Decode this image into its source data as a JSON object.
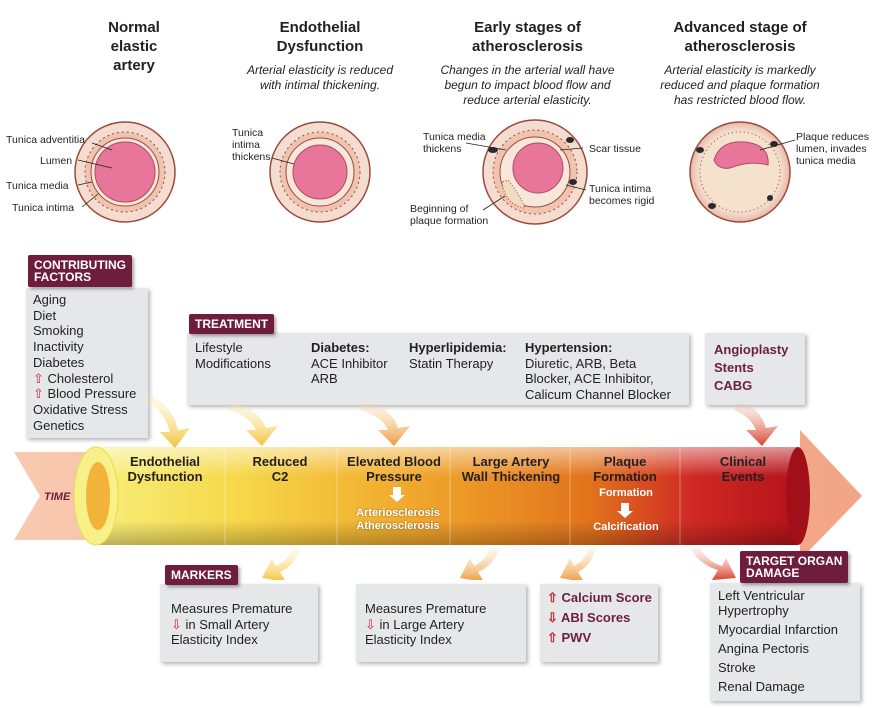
{
  "stages": [
    {
      "title": "Normal\nelastic\nartery",
      "desc": ""
    },
    {
      "title": "Endothelial\nDysfunction",
      "desc": "Arterial elasticity is reduced\nwith intimal thickening."
    },
    {
      "title": "Early stages of\natherosclerosis",
      "desc": "Changes in the arterial wall have\nbegun to impact blood flow and\nreduce arterial elasticity."
    },
    {
      "title": "Advanced stage of\natherosclerosis",
      "desc": "Arterial elasticity is markedly\nreduced and plaque formation\nhas restricted blood flow."
    }
  ],
  "artery_labels": {
    "normal": [
      "Tunica adventitia",
      "Lumen",
      "Tunica media",
      "Tunica intima"
    ],
    "dysfunction": "Tunica\nintima\nthickens",
    "early": {
      "media": "Tunica media\nthickens",
      "scar": "Scar tissue",
      "intima": "Tunica intima\nbecomes rigid",
      "plaque": "Beginning of\nplaque formation"
    },
    "advanced": "Plaque reduces\nlumen, invades\ntunica media"
  },
  "contributing": {
    "header": "CONTRIBUTING\nFACTORS",
    "items": [
      {
        "arrow": "",
        "text": "Aging"
      },
      {
        "arrow": "",
        "text": "Diet"
      },
      {
        "arrow": "",
        "text": "Smoking"
      },
      {
        "arrow": "",
        "text": "Inactivity"
      },
      {
        "arrow": "",
        "text": "Diabetes"
      },
      {
        "arrow": "⇧",
        "text": "Cholesterol"
      },
      {
        "arrow": "⇧",
        "text": "Blood Pressure"
      },
      {
        "arrow": "",
        "text": "Oxidative Stress"
      },
      {
        "arrow": "",
        "text": "Genetics"
      }
    ]
  },
  "treatment": {
    "header": "TREATMENT",
    "lifestyle": "Lifestyle\nModifications",
    "diabetes_title": "Diabetes:",
    "diabetes_text": "ACE Inhibitor\nARB",
    "hyperlipidemia_title": "Hyperlipidemia:",
    "hyperlipidemia_text": "Statin Therapy",
    "hypertension_title": "Hypertension:",
    "hypertension_text": "Diuretic, ARB, Beta\nBlocker, ACE Inhibitor,\nCalicum Channel Blocker",
    "procedures": "Angioplasty\nStents\nCABG"
  },
  "pipeline": {
    "time": "TIME",
    "stages": [
      "Endothelial\nDysfunction",
      "Reduced\nC2",
      "Elevated Blood\nPressure",
      "Large Artery\nWall Thickening",
      "Plaque\nFormation",
      "Clinical\nEvents"
    ],
    "sub_bp": "Arteriosclerosis\nAtherosclerosis",
    "sub_plaque_top": "Formation",
    "sub_plaque_bottom": "Calcification"
  },
  "markers": {
    "header": "MARKERS",
    "small": {
      "line1": "Measures Premature",
      "arrow": "⇩",
      "line2": " in Small Artery",
      "line3": "Elasticity Index"
    },
    "large": {
      "line1": "Measures Premature",
      "arrow": "⇩",
      "line2": " in Large Artery",
      "line3": "Elasticity Index"
    },
    "scores": [
      {
        "arrow": "⇧",
        "text": "Calcium Score"
      },
      {
        "arrow": "⇩",
        "text": "ABI Scores"
      },
      {
        "arrow": "⇧",
        "text": "PWV"
      }
    ]
  },
  "target_organ": {
    "header": "TARGET ORGAN\nDAMAGE",
    "items": [
      "Left Ventricular\nHypertrophy",
      "Myocardial Infarction",
      "Angina Pectoris",
      "Stroke",
      "Renal Damage"
    ]
  },
  "colors": {
    "header_bg": "#6e1e3c",
    "panel_bg": "#e6e7e8",
    "accent_red": "#d22630",
    "lumen_pink": "#e8769a"
  }
}
